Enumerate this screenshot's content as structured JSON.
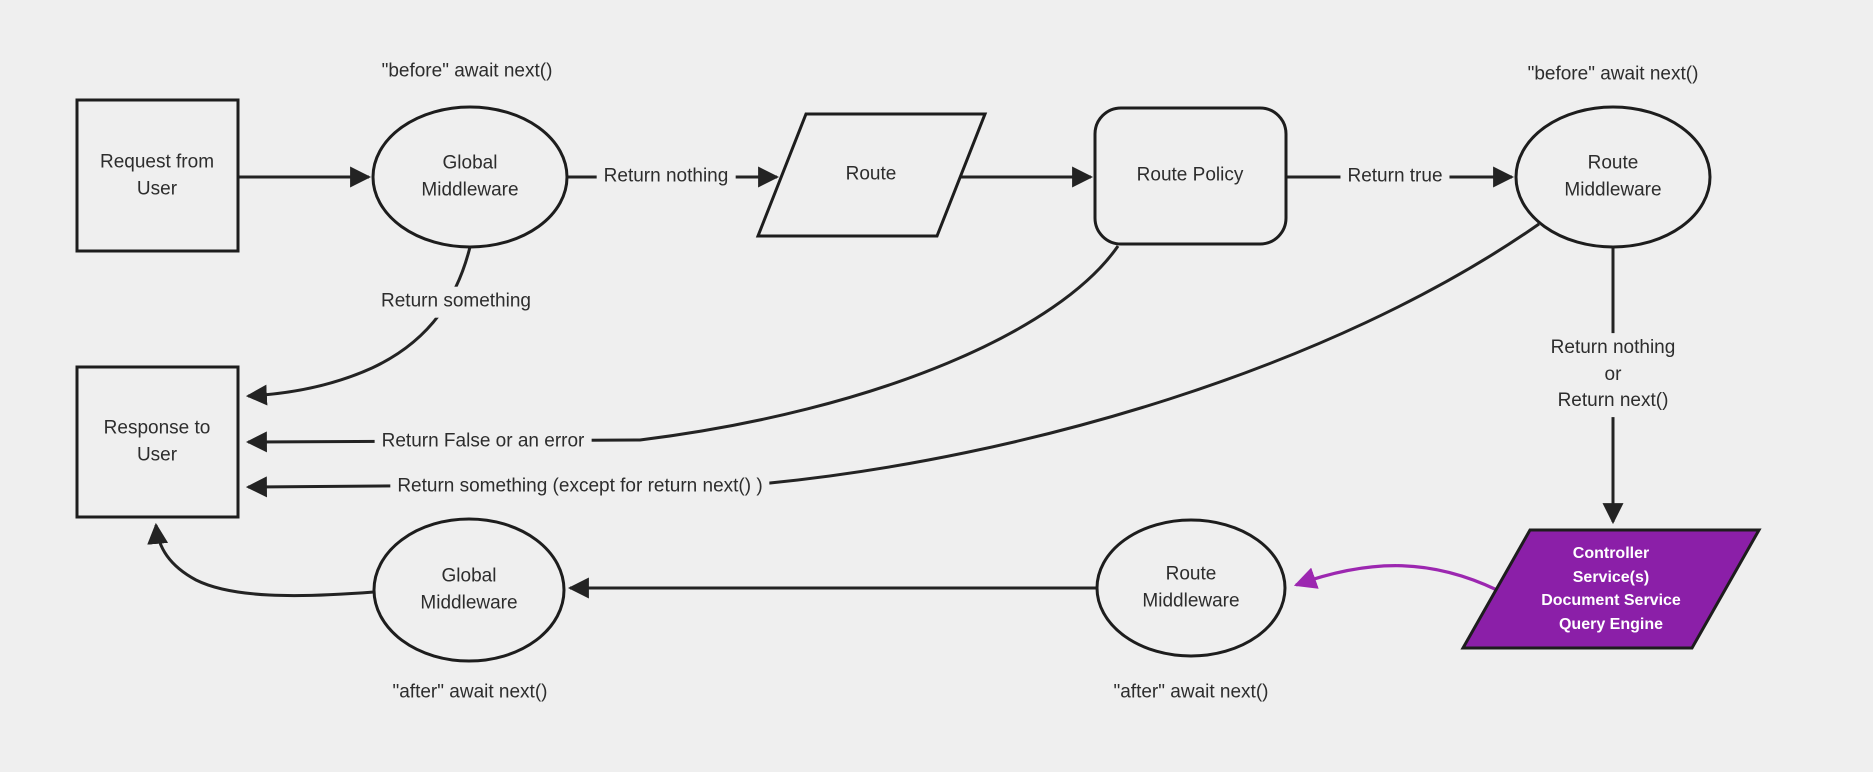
{
  "diagram": {
    "background_color": "#efefef",
    "shape_stroke_color": "#1d1d1d",
    "edge_color": "#232323",
    "text_color": "#2d2d2d",
    "controller_fill_color": "#8b1fa8",
    "controller_text_color": "#ffffff",
    "purple_edge_color": "#9c27b0",
    "nodes": {
      "request": {
        "label": "Request from\nUser",
        "shape": "rectangle"
      },
      "global_middleware_top": {
        "label": "Global\nMiddleware",
        "shape": "ellipse"
      },
      "route": {
        "label": "Route",
        "shape": "parallelogram"
      },
      "route_policy": {
        "label": "Route Policy",
        "shape": "rounded-rectangle"
      },
      "route_middleware_top": {
        "label": "Route\nMiddleware",
        "shape": "ellipse"
      },
      "response": {
        "label": "Response to\nUser",
        "shape": "rectangle"
      },
      "controller": {
        "label": "Controller\nService(s)\nDocument Service\nQuery Engine",
        "shape": "parallelogram"
      },
      "route_middleware_bottom": {
        "label": "Route\nMiddleware",
        "shape": "ellipse"
      },
      "global_middleware_bottom": {
        "label": "Global\nMiddleware",
        "shape": "ellipse"
      }
    },
    "edge_labels": {
      "before_await_next_left": "\"before\" await next()",
      "before_await_next_right": "\"before\" await next()",
      "return_nothing": "Return nothing",
      "return_true": "Return true",
      "return_something": "Return something",
      "return_false_or_error": "Return False or an error",
      "return_something_except": "Return something (except for return next() )",
      "return_nothing_or_next": "Return nothing\nor\nReturn next()",
      "after_await_next_left": "\"after\" await next()",
      "after_await_next_right": "\"after\" await next()"
    }
  }
}
